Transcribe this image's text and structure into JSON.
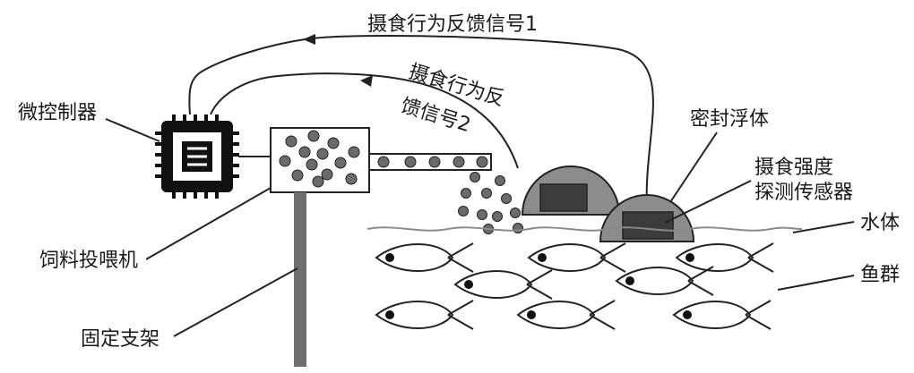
{
  "labels": {
    "feedback1": "摄食行为反馈信号1",
    "feedback2_line1": "摄食行为反",
    "feedback2_line2": "馈信号2",
    "microcontroller": "微控制器",
    "sealed_float": "密封浮体",
    "sensor_line1": "摄食强度",
    "sensor_line2": "探测传感器",
    "water": "水体",
    "feeder": "饲料投喂机",
    "fish_school": "鱼群",
    "stand": "固定支架"
  },
  "colors": {
    "stroke": "#222222",
    "pellet": "#6b6b6b",
    "dome": "#8c8c8c",
    "sensor_box": "#3c3c3c",
    "stand": "#6e6e6e",
    "water_line": "#8a8a8a"
  }
}
